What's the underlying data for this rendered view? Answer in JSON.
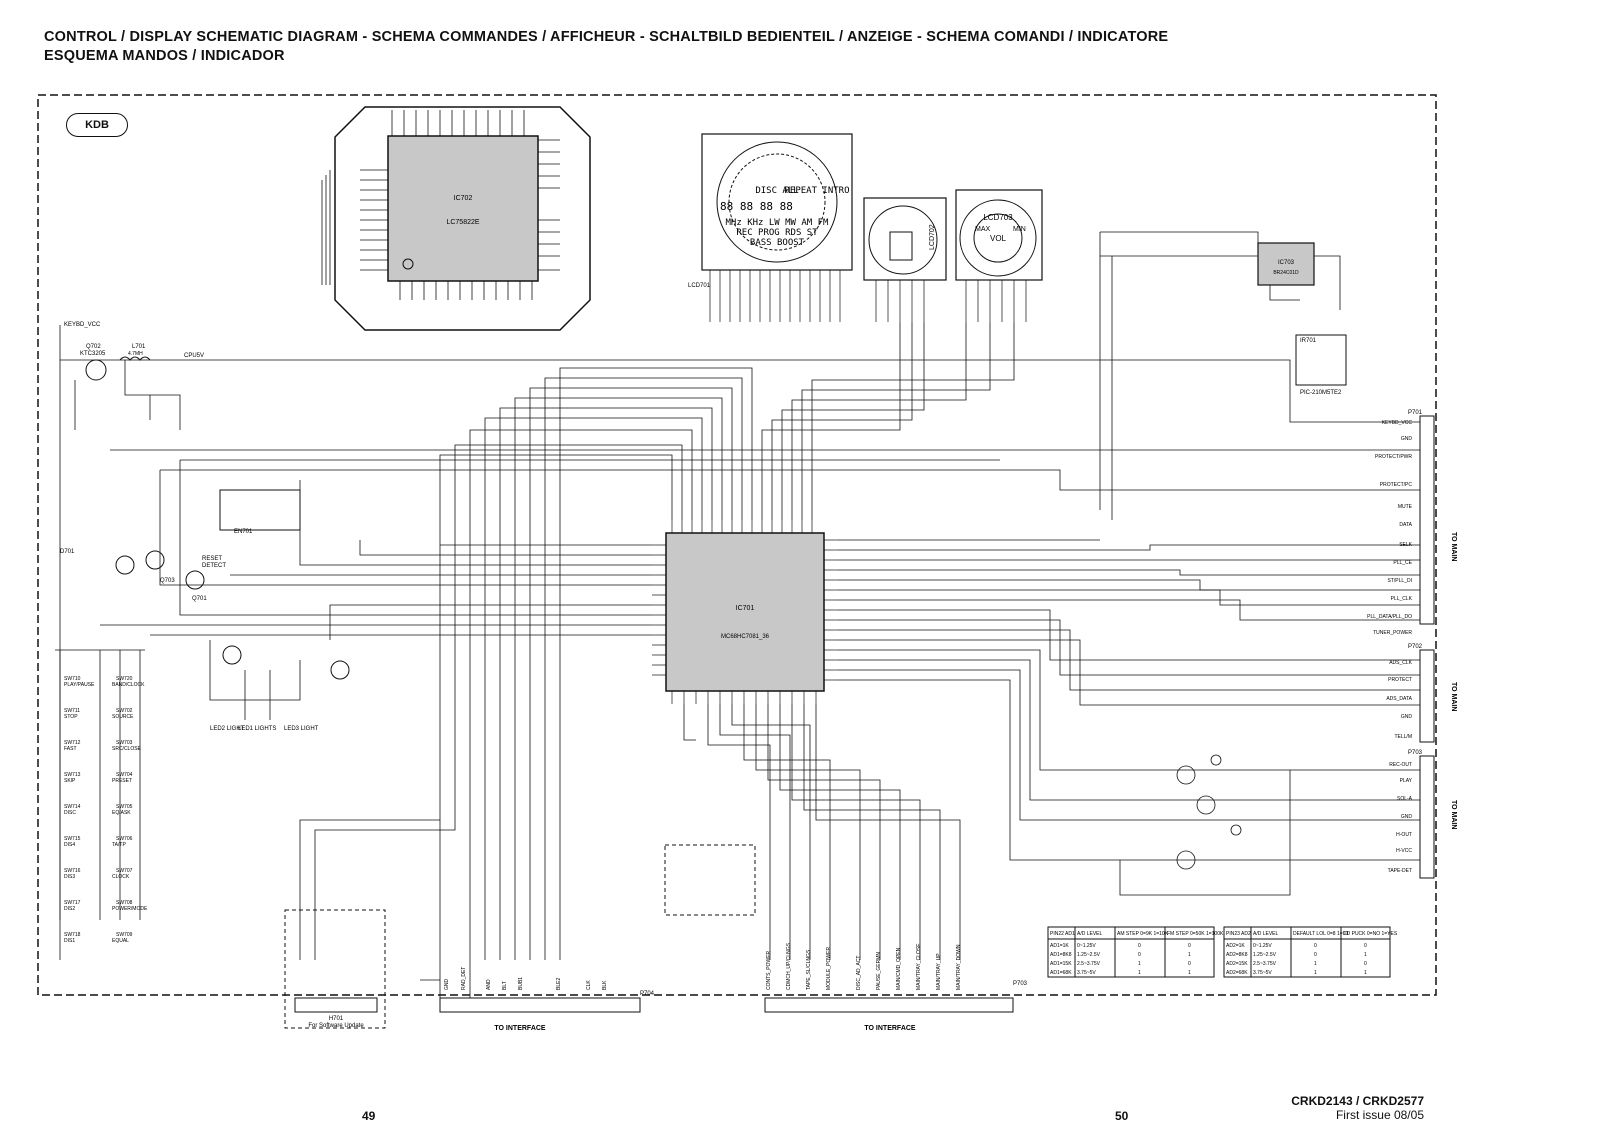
{
  "header": {
    "title_line1": "CONTROL / DISPLAY SCHEMATIC DIAGRAM - SCHEMA COMMANDES / AFFICHEUR - SCHALTBILD  BEDIENTEIL / ANZEIGE - SCHEMA COMANDI / INDICATORE",
    "title_line2": "ESQUEMA MANDOS / INDICADOR"
  },
  "board_label": "KDB",
  "ics": {
    "ic702": {
      "name": "IC702",
      "part": "LC75822E"
    },
    "ic701": {
      "name": "IC701",
      "part": "MC68HC7081_36"
    },
    "ic703": {
      "name": "IC703",
      "part": "BR24C01D"
    },
    "ir701": {
      "name": "IR701",
      "part": "PIC-210M5TE2"
    }
  },
  "lcd": {
    "lcd701_segments": [
      "DISC ALL",
      "REPEAT INTRO",
      "MHz KHz LW MW AM FM",
      "REC PROG RDS ST",
      "BASS BOOST"
    ],
    "lcd702": "LCD702",
    "lcd703": "LCD703",
    "lcd703_segments": [
      "MAX",
      "MIN",
      "VOL"
    ],
    "lcd701_ref": "LCD701"
  },
  "components": {
    "q702": "Q702",
    "q702_part": "KTC3205",
    "l701": "L701",
    "l701_val": "4.7MH",
    "keybd_vcc": "KEYBD_VCC",
    "cpu5v": "CPU5V",
    "reset": "RESET",
    "detect": "DETECT",
    "en701": "EN701",
    "d701": "D701",
    "q703": "Q703",
    "q701": "Q701",
    "led_labels": [
      "LED2 LIGHT",
      "LED1 LIGHTS",
      "LED3 LIGHT"
    ]
  },
  "switches": [
    {
      "ref": "SW710",
      "label": "PLAY/PAUSE"
    },
    {
      "ref": "SW711",
      "label": "STOP"
    },
    {
      "ref": "SW712",
      "label": "FAST"
    },
    {
      "ref": "SW713",
      "label": "SKIP"
    },
    {
      "ref": "SW714",
      "label": "DISC"
    },
    {
      "ref": "SW715",
      "label": "DIS4"
    },
    {
      "ref": "SW716",
      "label": "DIS3"
    },
    {
      "ref": "SW717",
      "label": "DIS2"
    },
    {
      "ref": "SW718",
      "label": "DIS1"
    },
    {
      "ref": "SW720",
      "label": "BAND/CLOCK"
    },
    {
      "ref": "SW702",
      "label": "SOURCE"
    },
    {
      "ref": "SW703",
      "label": "SRC/CLOSE"
    },
    {
      "ref": "SW704",
      "label": "PRESET"
    },
    {
      "ref": "SW705",
      "label": "EQ/ASK"
    },
    {
      "ref": "SW706",
      "label": "TA/TP"
    },
    {
      "ref": "SW707",
      "label": "CLOCK"
    },
    {
      "ref": "SW708",
      "label": "POWER/MODE"
    },
    {
      "ref": "SW709",
      "label": "EQUAL"
    }
  ],
  "connectors": {
    "p701": {
      "ref": "P701",
      "to": "TO MAIN",
      "pins": [
        "KEYBD_VCC",
        "GND",
        "PROTECT/PWR",
        "PROTECT/PC",
        "MUTE",
        "DATA",
        "SELK",
        "PLL_CE",
        "ST/PLL_DI",
        "PLL_CLK",
        "PLL_DATA/PLL_DO",
        "TUNER_POWER"
      ]
    },
    "p702": {
      "ref": "P702",
      "to": "TO MAIN",
      "pins": [
        "ADS_CLK",
        "PROTECT",
        "ADS_DATA",
        "GND",
        "TELL/M"
      ]
    },
    "p703_right": {
      "ref": "P703",
      "to": "TO MAIN",
      "pins": [
        "REC-OUT",
        "PLAY",
        "SOL-A",
        "GND",
        "H-OUT",
        "H-VCC",
        "TAPE-DET"
      ]
    },
    "p704": {
      "ref": "P704",
      "to": "TO INTERFACE",
      "pins": [
        "GND",
        "RAD_DET",
        "AND",
        "BLT",
        "BUB1",
        "BLE2",
        "CLK",
        "BLK"
      ]
    },
    "p703_bottom": {
      "ref": "P703",
      "to": "TO INTERFACE",
      "pins": [
        "CONTS_POWER",
        "CDMCH_UP/CLNGS",
        "TAPE_SL/CLNGS",
        "MODULE_POWER",
        "DISC_AD_ACT",
        "PAUSE_GERMN",
        "MAIN/CMD_OPEN",
        "MAIN/TRAY_CLOSE",
        "MAIN/TRAY_UP",
        "MAIN/TRAY_DOWN"
      ]
    },
    "h701": {
      "ref": "H701",
      "note": "For Software Update"
    }
  },
  "tables": {
    "left": {
      "headers": [
        "PIN22 AD1",
        "A/D LEVEL",
        "AM STEP 0=9K 1=10K",
        "FM STEP 0=50K 1=100K"
      ],
      "rows": [
        [
          "AD1=1K",
          "0~1.25V",
          "0",
          "0"
        ],
        [
          "AD1=8K8",
          "1.25~2.5V",
          "0",
          "1"
        ],
        [
          "AD1=15K",
          "2.5~3.75V",
          "1",
          "0"
        ],
        [
          "AD1=68K",
          "3.75~5V",
          "1",
          "1"
        ]
      ]
    },
    "right": {
      "headers": [
        "PIN23 AD2",
        "A/D LEVEL",
        "DEFAULT LOL 0=8 1=10",
        "CD PUCK 0=NO 1=YES"
      ],
      "rows": [
        [
          "AD2=1K",
          "0~1.25V",
          "0",
          "0"
        ],
        [
          "AD2=8K8",
          "1.25~2.5V",
          "0",
          "1"
        ],
        [
          "AD2=15K",
          "2.5~3.75V",
          "1",
          "0"
        ],
        [
          "AD2=68K",
          "3.75~5V",
          "1",
          "1"
        ]
      ]
    }
  },
  "footer": {
    "page_left": "49",
    "page_right": "50",
    "model": "CRKD2143 / CRKD2577",
    "issue": "First issue 08/05"
  }
}
